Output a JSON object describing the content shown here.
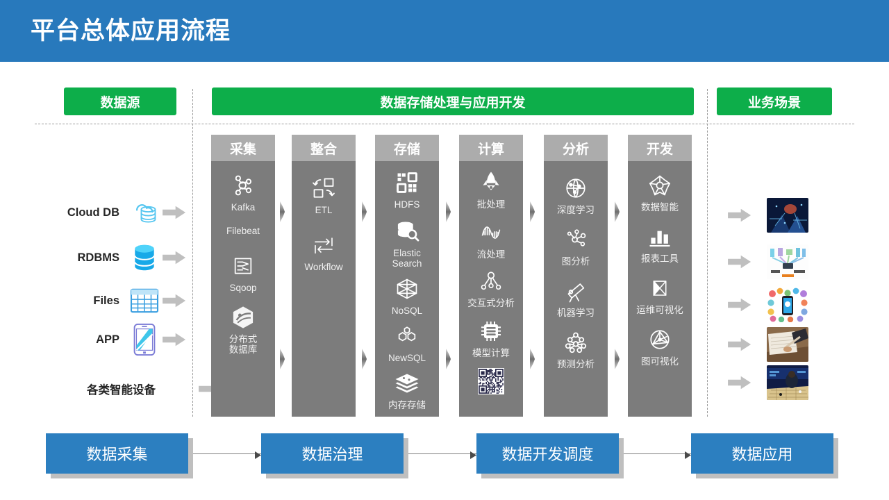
{
  "header": {
    "title": "平台总体应用流程",
    "bg_color": "#2879BC"
  },
  "colors": {
    "green": "#0DAE4A",
    "column_body": "#7C7C7C",
    "column_head": "#ACACAC",
    "flow_blue": "#2C7FC0",
    "arrow_gray": "#BFBFBF"
  },
  "sections": {
    "data_source": "数据源",
    "middle": "数据存储处理与应用开发",
    "business": "业务场景"
  },
  "data_sources": [
    {
      "label": "Cloud DB",
      "icon": "cloud-database-icon"
    },
    {
      "label": "RDBMS",
      "icon": "database-icon"
    },
    {
      "label": "Files",
      "icon": "spreadsheet-icon"
    },
    {
      "label": "APP",
      "icon": "smartphone-icon"
    },
    {
      "label": "各类智能设备",
      "icon": "none"
    }
  ],
  "columns": [
    {
      "title": "采集",
      "items": [
        {
          "label": "Kafka",
          "icon": "kafka-node-graph-icon"
        },
        {
          "label": "Filebeat",
          "icon": "none"
        },
        {
          "label": "Sqoop",
          "icon": "sqoop-transfer-icon"
        },
        {
          "label": "分布式\n数据库",
          "icon": "distributed-db-icon"
        }
      ]
    },
    {
      "title": "整合",
      "items": [
        {
          "label": "ETL",
          "icon": "etl-transform-icon"
        },
        {
          "label": "Workflow",
          "icon": "workflow-arrows-icon"
        }
      ]
    },
    {
      "title": "存储",
      "items": [
        {
          "label": "HDFS",
          "icon": "hdfs-blocks-icon"
        },
        {
          "label": "Elastic\nSearch",
          "icon": "search-database-icon"
        },
        {
          "label": "NoSQL",
          "icon": "polyhedron-icon"
        },
        {
          "label": "NewSQL",
          "icon": "hexagons-icon"
        },
        {
          "label": "内存存储",
          "icon": "memory-layers-icon"
        }
      ]
    },
    {
      "title": "计算",
      "items": [
        {
          "label": "批处理",
          "icon": "rocket-icon"
        },
        {
          "label": "流处理",
          "icon": "wave-stream-icon"
        },
        {
          "label": "交互式分析",
          "icon": "node-tree-icon"
        },
        {
          "label": "模型计算",
          "icon": "chip-icon"
        },
        {
          "label": "",
          "icon": "qr-code-icon"
        }
      ]
    },
    {
      "title": "分析",
      "items": [
        {
          "label": "深度学习",
          "icon": "globe-network-icon"
        },
        {
          "label": "图分析",
          "icon": "molecule-graph-icon"
        },
        {
          "label": "机器学习",
          "icon": "telescope-icon"
        },
        {
          "label": "预测分析",
          "icon": "neural-net-icon"
        }
      ]
    },
    {
      "title": "开发",
      "items": [
        {
          "label": "数据智能",
          "icon": "star-network-icon"
        },
        {
          "label": "报表工具",
          "icon": "bar-chart-icon"
        },
        {
          "label": "运维可视化",
          "icon": "hourglass-chart-icon"
        },
        {
          "label": "图可视化",
          "icon": "circle-graph-icon"
        }
      ]
    }
  ],
  "business_scenarios": [
    {
      "thumbnail": "dark-blue-tech-hands-photo"
    },
    {
      "thumbnail": "iot-network-diagram-photo"
    },
    {
      "thumbnail": "mobile-social-icons-photo"
    },
    {
      "thumbnail": "handwriting-notebook-photo"
    },
    {
      "thumbnail": "go-player-match-photo"
    }
  ],
  "bottom_flow": [
    {
      "label": "数据采集"
    },
    {
      "label": "数据治理"
    },
    {
      "label": "数据开发调度"
    },
    {
      "label": "数据应用"
    }
  ]
}
